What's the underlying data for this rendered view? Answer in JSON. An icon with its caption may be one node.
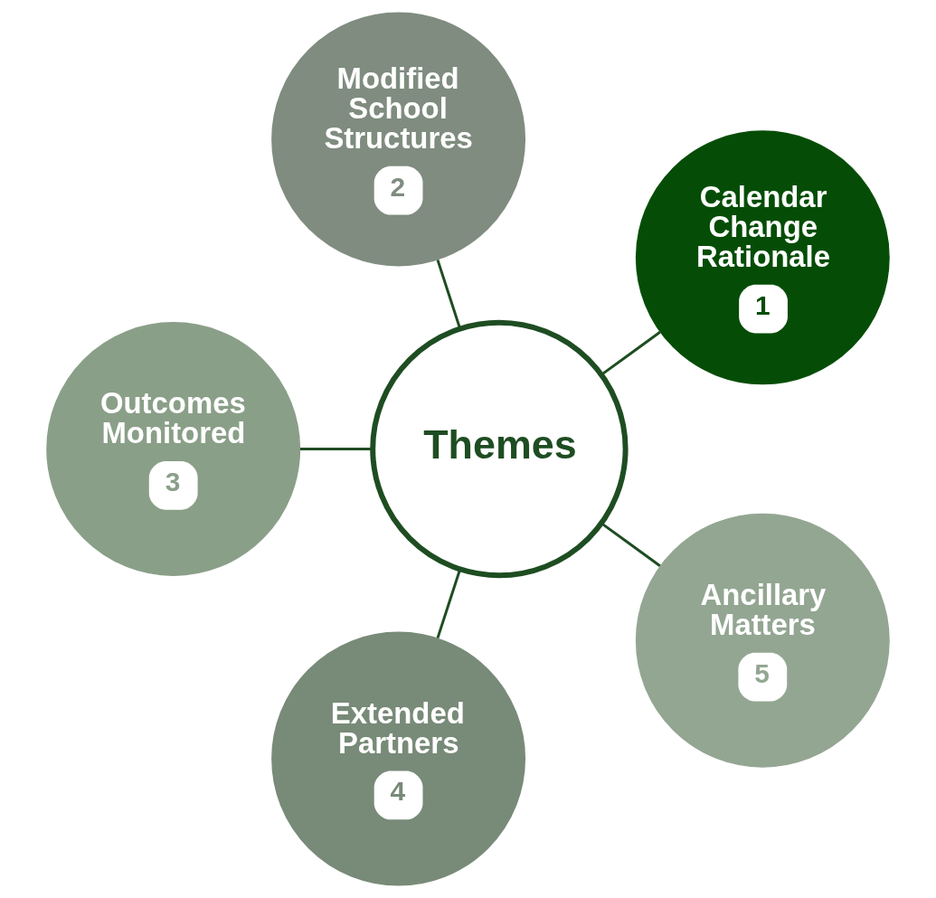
{
  "diagram": {
    "nodes": [
      {
        "text": [
          "Themes"
        ]
      },
      {
        "text": [
          "Calendar Change Rationale",
          "1"
        ]
      },
      {
        "text": [
          "Modified School Structures",
          "2"
        ]
      },
      {
        "text": [
          "Outcomes Monitored",
          "3"
        ]
      },
      {
        "text": [
          "Extended Partners",
          "4"
        ]
      },
      {
        "text": [
          "Ancillary Matters",
          "5"
        ]
      }
    ],
    "edges": [
      {
        "from": 0,
        "to": 1,
        "arrow": "none"
      },
      {
        "from": 0,
        "to": 2,
        "arrow": "none"
      },
      {
        "from": 0,
        "to": 3,
        "arrow": "none"
      },
      {
        "from": 0,
        "to": 4,
        "arrow": "none"
      },
      {
        "from": 0,
        "to": 5,
        "arrow": "none"
      }
    ]
  }
}
